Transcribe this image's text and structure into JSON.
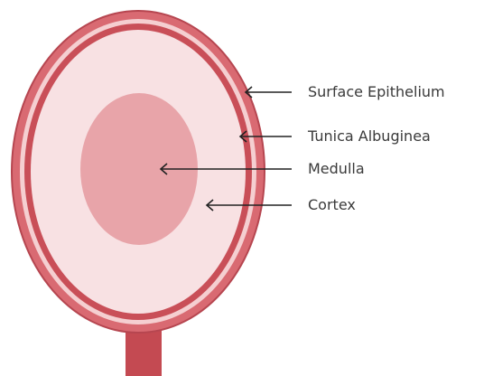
{
  "labels": {
    "surface_epithelium": "Surface Epithelium",
    "tunica_albuginea": "Tunica Albuginea",
    "medulla": "Medulla",
    "cortex": "Cortex"
  },
  "colors": {
    "surface_epithelium": "#d96a72",
    "epithelium_gap": "#f5cfd1",
    "tunica_albuginea": "#c94f58",
    "cortex": "#f8e1e3",
    "medulla": "#e8a4a9",
    "stalk": "#c44a52",
    "outline": "#b64650",
    "arrow": "#222222",
    "text": "#3a3a3a"
  }
}
